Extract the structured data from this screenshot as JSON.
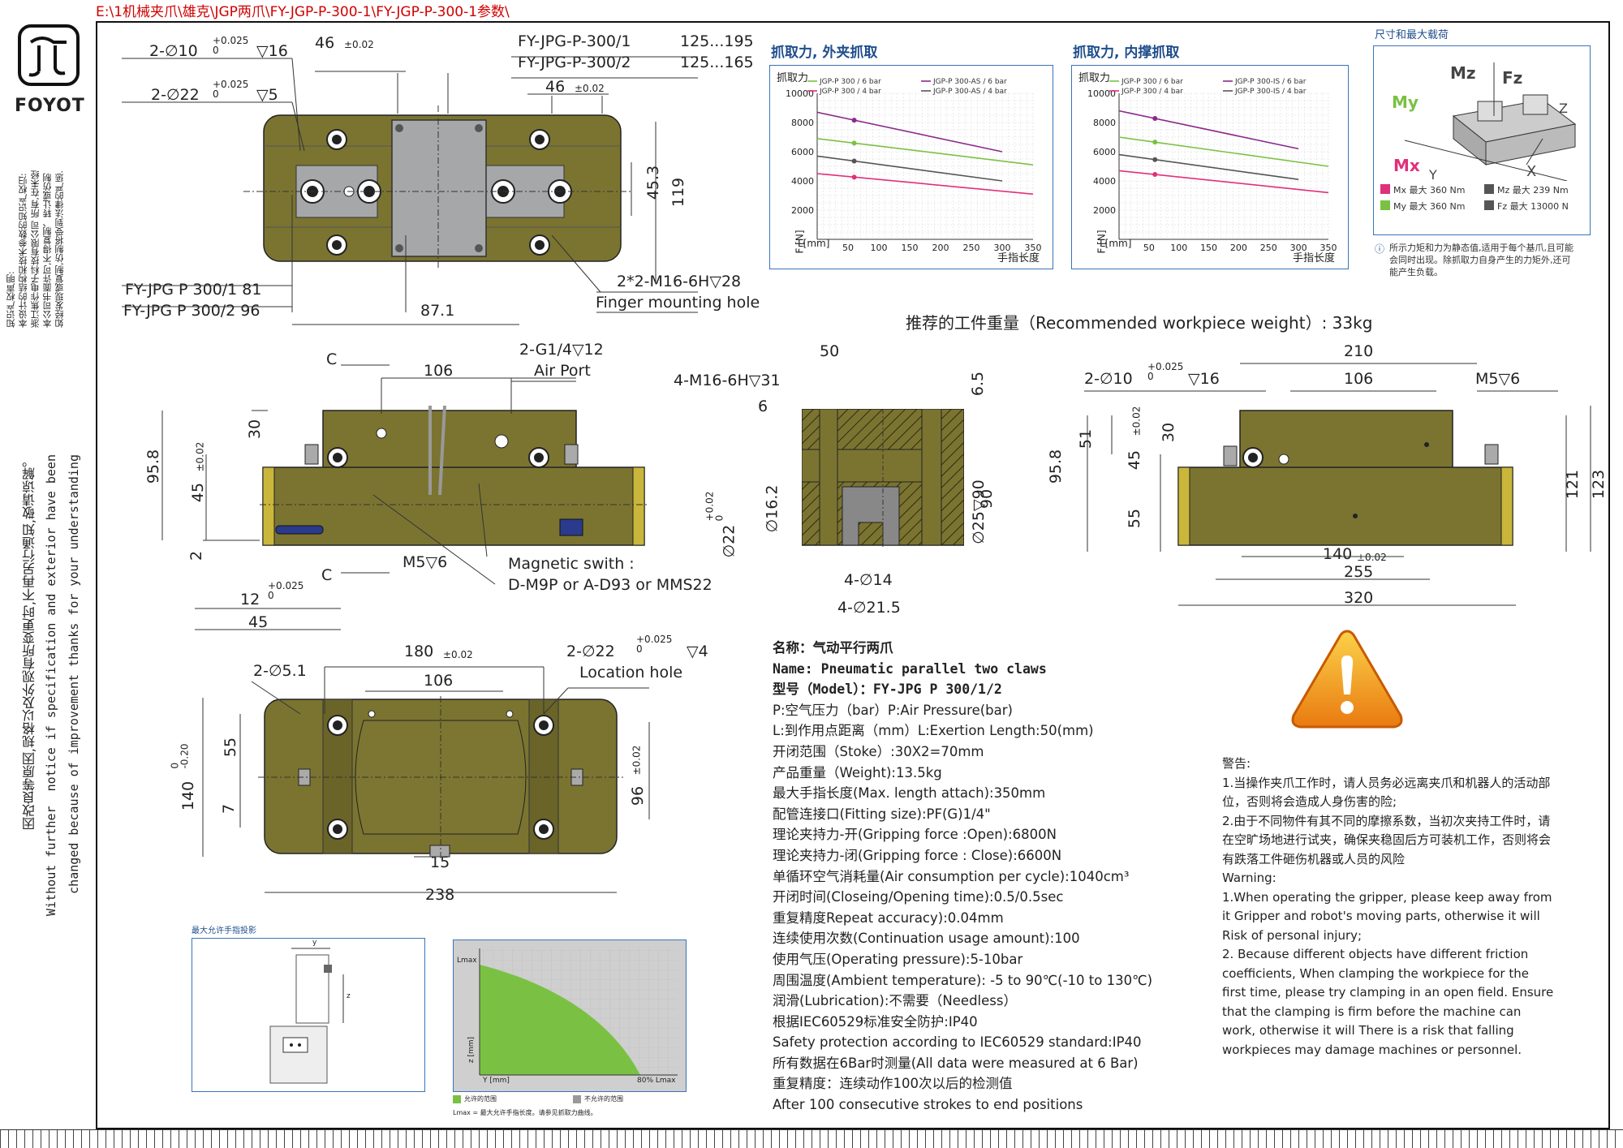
{
  "file_path": "E:\\1机械夹爪\\雄克\\JGP两爪\\FY-JGP-P-300-1\\FY-JGP-P-300-1参数\\",
  "brand": "FOYOT",
  "sidebar": {
    "copyright": "知识产权声明:\n本设计的结构和技术参数的知识产权归:\n浙江焦作电子科技有限公司 所有,在未经\n本公司书面许可,不得复制、转让或仿制\n如经发现或复制,仿制将受到法律的严惩.",
    "notice_cn": "因改良等原因,规格以及外观有所变更时,不再另行通知,敬请谅解。",
    "notice_en1": "Without further  notice if specification and exterior have been",
    "notice_en2": "changed because of improvement thanks for your understanding"
  },
  "top_view": {
    "d1": "2-∅10",
    "d1_tol": "+0.025\n0",
    "d1_depth": "▽16",
    "d2": "2-∅22",
    "d2_tol": "+0.025\n0",
    "d2_depth": "▽5",
    "w46a": "46",
    "w46a_tol": "±0.02",
    "w46b": "46",
    "w46b_tol": "±0.02",
    "model1": "FY-JPG-P-300/1",
    "range1": "125...195",
    "model2": "FY-JPG-P-300/2",
    "range2": "125...165",
    "h45": "45.3",
    "h119": "119",
    "m16": "2*2-M16-6H▽28",
    "finger": "Finger mounting hole",
    "fy1": "FY-JPG P 300/1 81",
    "fy2": "FY-JPG P 300/2 96",
    "w871": "87.1"
  },
  "chart_outer": {
    "title": "抓取力, 外夹抓取",
    "ylabel": "抓取力",
    "xlabel": "手指长度",
    "lmm": "L[mm]",
    "fn": "F [N]",
    "legend": [
      "JGP-P 300 / 6 bar",
      "JGP-P 300-AS / 6 bar",
      "JGP-P 300 / 4 bar",
      "JGP-P 300-AS / 4 bar"
    ]
  },
  "chart_inner": {
    "title": "抓取力, 内撑抓取",
    "ylabel": "抓取力",
    "xlabel": "手指长度",
    "lmm": "L[mm]",
    "fn": "F [N]",
    "legend": [
      "JGP-P 300 / 6 bar",
      "JGP-P 300-IS / 6 bar",
      "JGP-P 300 / 4 bar",
      "JGP-P 300-IS / 4 bar"
    ]
  },
  "chart_data": [
    {
      "type": "line",
      "title": "抓取力, 外夹抓取",
      "ylabel": "抓取力",
      "xlabel": "手指长度",
      "ylim": [
        0,
        10000
      ],
      "xlim": [
        0,
        350
      ],
      "yticks": [
        2000,
        4000,
        6000,
        8000,
        10000
      ],
      "xticks": [
        50,
        100,
        150,
        200,
        250,
        300,
        350
      ],
      "series": [
        {
          "name": "JGP-P 300-AS / 6 bar",
          "color": "#8b2a8b",
          "x": [
            0,
            300
          ],
          "y": [
            8700,
            6000
          ]
        },
        {
          "name": "JGP-P 300 / 6 bar",
          "color": "#7ac143",
          "x": [
            0,
            350
          ],
          "y": [
            6900,
            5100
          ]
        },
        {
          "name": "JGP-P 300-AS / 4 bar",
          "color": "#555555",
          "x": [
            0,
            300
          ],
          "y": [
            5700,
            4000
          ]
        },
        {
          "name": "JGP-P 300 / 4 bar",
          "color": "#e0307a",
          "x": [
            0,
            350
          ],
          "y": [
            4500,
            3100
          ]
        }
      ]
    },
    {
      "type": "line",
      "title": "抓取力, 内撑抓取",
      "ylabel": "抓取力",
      "xlabel": "手指长度",
      "ylim": [
        0,
        10000
      ],
      "xlim": [
        0,
        350
      ],
      "yticks": [
        2000,
        4000,
        6000,
        8000,
        10000
      ],
      "xticks": [
        50,
        100,
        150,
        200,
        250,
        300,
        350
      ],
      "series": [
        {
          "name": "JGP-P 300-IS / 6 bar",
          "color": "#8b2a8b",
          "x": [
            0,
            300
          ],
          "y": [
            8800,
            6200
          ]
        },
        {
          "name": "JGP-P 300 / 6 bar",
          "color": "#7ac143",
          "x": [
            0,
            350
          ],
          "y": [
            7000,
            5000
          ]
        },
        {
          "name": "JGP-P 300-IS / 4 bar",
          "color": "#555555",
          "x": [
            0,
            300
          ],
          "y": [
            5800,
            4100
          ]
        },
        {
          "name": "JGP-P 300 / 4 bar",
          "color": "#e0307a",
          "x": [
            0,
            350
          ],
          "y": [
            4700,
            3200
          ]
        }
      ]
    }
  ],
  "loads": {
    "title": "尺寸和最大载荷",
    "mx": "Mx 最大 360 Nm",
    "mz": "Mz 最大 239 Nm",
    "my": "My 最大 360 Nm",
    "fz": "Fz 最大 13000 N",
    "note": "所示力矩和力为静态值,适用于每个基爪,且可能\n会同时出现。除抓取力自身产生的力矩外,还可\n能产生负载。"
  },
  "recommended": "推荐的工件重量（Recommended workpiece weight）: 33kg",
  "front_view": {
    "c_top": "C",
    "c_bot": "C",
    "w106": "106",
    "g14": "2-G1/4▽12",
    "air": "Air Port",
    "h958": "95.8",
    "h30": "30",
    "h45": "45",
    "h45_tol": "±0.02",
    "h2": "2",
    "m5": "M5▽6",
    "mag1": "Magnetic swith :",
    "mag2": "D-M9P or A-D93 or MMS22",
    "w12": "12",
    "w12_tol": "+0.025\n0",
    "w45": "45"
  },
  "section_view": {
    "w50": "50",
    "m16": "4-M16-6H▽31",
    "w6": "6",
    "h65": "6.5",
    "d162": "∅16.2",
    "d22": "∅22",
    "d22_tol": "+0.02\n0",
    "d25": "∅25▽90",
    "h90": "90",
    "d14": "4-∅14",
    "d215": "4-∅21.5"
  },
  "side_view": {
    "w210": "210",
    "w106": "106",
    "d10": "2-∅10",
    "d10_tol": "+0.025\n0",
    "d10_depth": "▽16",
    "m5": "M5▽6",
    "h958": "95.8",
    "h51": "51",
    "h30": "30",
    "h45": "45",
    "h45_tol": "±0.02",
    "h55": "55",
    "h121": "121",
    "h123": "123",
    "w140": "140",
    "w140_tol": "±0.02",
    "w255": "255",
    "w320": "320"
  },
  "bottom_view": {
    "w180": "180",
    "w180_tol": "±0.02",
    "w106": "106",
    "d51": "2-∅5.1",
    "d22": "2-∅22",
    "d22_tol": "+0.025\n0",
    "d22_depth": "▽4",
    "loc": "Location hole",
    "h55": "55",
    "h7": "7",
    "h140": "140",
    "h140_tol": "0\n-0.20",
    "h96": "96",
    "h96_tol": "±0.02",
    "w15": "15",
    "w238": "238"
  },
  "projection": {
    "title": "最大允许手指投影",
    "y": "y",
    "z": "z",
    "lmax": "Lmax",
    "ymm": "Y [mm]",
    "zmm": "z [mm]",
    "pct": "80% Lmax",
    "legend1": "允许的范围",
    "legend2": "不允许的范围",
    "footnote": "Lmax = 最大允许手指长度。请参见抓取力曲线。"
  },
  "specs": [
    {
      "text": "名称：气动平行两爪",
      "bold": true
    },
    {
      "text": "Name: Pneumatic parallel two claws",
      "bold": true
    },
    {
      "text": "型号（Model）：FY-JPG P 300/1/2",
      "bold": true
    },
    {
      "text": "P:空气压力（bar）P:Air Pressure(bar)",
      "bold": false
    },
    {
      "text": "L:到作用点距离（mm）L:Exertion Length:50(mm)",
      "bold": false
    },
    {
      "text": "开闭范围（Stoke）:30X2=70mm",
      "bold": false
    },
    {
      "text": "产品重量（Weight):13.5kg",
      "bold": false
    },
    {
      "text": "最大手指长度(Max. length attach):350mm",
      "bold": false
    },
    {
      "text": "配管连接口(Fitting size):PF(G)1/4\"",
      "bold": false
    },
    {
      "text": "理论夹持力-开(Gripping force :Open):6800N",
      "bold": false
    },
    {
      "text": "理论夹持力-闭(Gripping force : Close):6600N",
      "bold": false
    },
    {
      "text": "单循环空气消耗量(Air consumption per cycle):1040cm³",
      "bold": false
    },
    {
      "text": "开闭时间(Closeing/Opening time):0.5/0.5sec",
      "bold": false
    },
    {
      "text": "重复精度Repeat accuracy):0.04mm",
      "bold": false
    },
    {
      "text": "连续使用次数(Continuation usage amount):100",
      "bold": false
    },
    {
      "text": "使用气压(Operating pressure):5-10bar",
      "bold": false
    },
    {
      "text": "周围温度(Ambient temperature): -5 to 90℃(-10 to 130℃)",
      "bold": false
    },
    {
      "text": "润滑(Lubrication):不需要（Needless）",
      "bold": false
    },
    {
      "text": "根据IEC60529标准安全防护:IP40",
      "bold": false
    },
    {
      "text": "Safety protection according to IEC60529 standard:IP40",
      "bold": false
    },
    {
      "text": "所有数据在6Bar时测量(All data were measured at 6 Bar)",
      "bold": false
    },
    {
      "text": "重复精度：连续动作100次以后的检测值",
      "bold": false
    },
    {
      "text": "After 100 consecutive strokes to end positions",
      "bold": false
    }
  ],
  "warning": [
    "警告:",
    "1.当操作夹爪工作时，请人员务必远离夹爪和机器人的活动部位，否则将会造成人身伤害的险;",
    "2.由于不同物件有其不同的摩擦系数，当初次夹持工件时，请在空旷场地进行试夹，确保夹稳固后方可装机工作，否则将会有跌落工件砸伤机器或人员的风险",
    "Warning:",
    "1.When operating the gripper, please keep away from it Gripper and robot's moving parts, otherwise it will Risk of personal injury;",
    "2. Because different objects have different friction coefficients, When clamping the workpiece for the first time, please try clamping in an open field. Ensure that the clamping is firm before the machine can work, otherwise it will There is a risk that falling workpieces may damage machines or personnel."
  ],
  "colors": {
    "body": "#7b7431",
    "body_dark": "#5d5724",
    "plate": "#a6a7a9",
    "accent": "#1f4e8c",
    "warn_orange": "#f59a1a"
  }
}
